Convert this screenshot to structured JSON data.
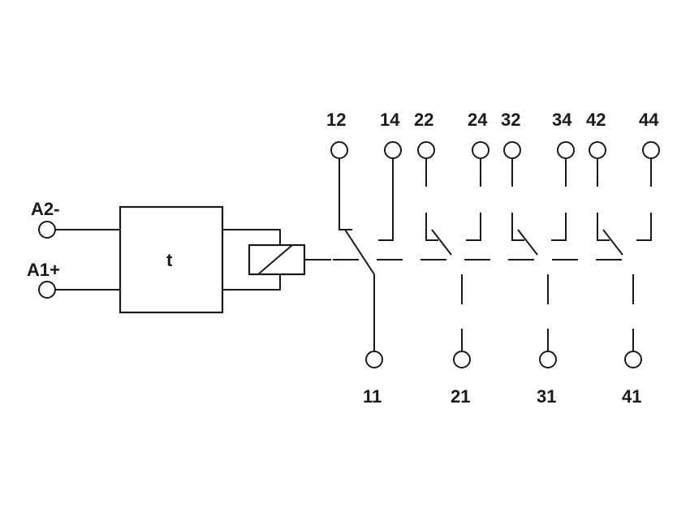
{
  "supply": {
    "a2_label": "A2-",
    "a1_label": "A1+"
  },
  "timer_block": {
    "label": "t"
  },
  "contacts": [
    {
      "nc_label": "12",
      "no_label": "14",
      "common_label": "11"
    },
    {
      "nc_label": "22",
      "no_label": "24",
      "common_label": "21"
    },
    {
      "nc_label": "32",
      "no_label": "34",
      "common_label": "31"
    },
    {
      "nc_label": "42",
      "no_label": "44",
      "common_label": "41"
    }
  ]
}
